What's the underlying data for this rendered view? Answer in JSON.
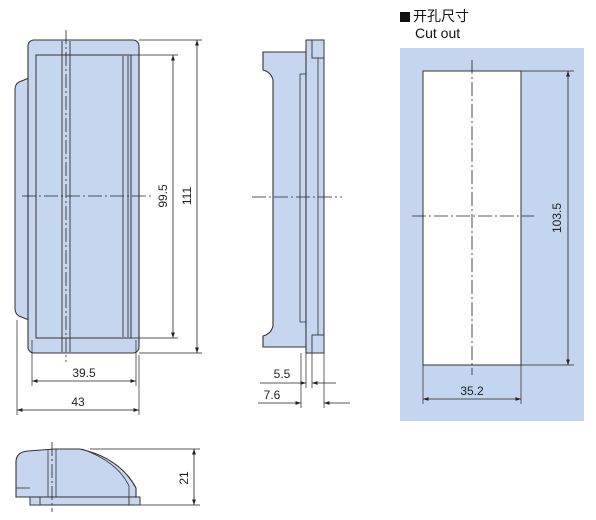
{
  "heading": {
    "title_cn": "开孔尺寸",
    "title_en": "Cut out"
  },
  "colors": {
    "part_fill": "#c7d6ef",
    "panel_fill": "#c4d6ef",
    "outline": "#333333",
    "dim_line": "#222222"
  },
  "dimensions": {
    "front_width_inner": "39.5",
    "front_width_outer": "43",
    "front_height_inner": "99.5",
    "front_height_outer": "111",
    "side_depth_a": "5.5",
    "side_depth_b": "7.6",
    "bottom_height": "21",
    "cutout_width": "35.2",
    "cutout_height": "103.5"
  }
}
